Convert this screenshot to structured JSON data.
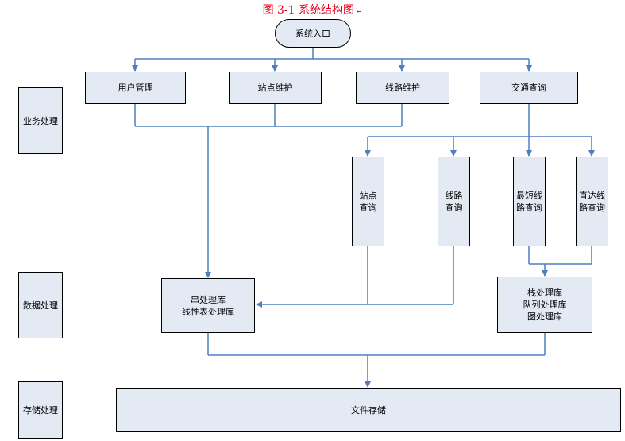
{
  "title": "图 3-1  系统结构图",
  "title_mark": "↵",
  "nodes": {
    "entry": "系统入口",
    "user_mgmt": "用户管理",
    "station_maint": "站点维护",
    "route_maint": "线路维护",
    "traffic_query": "交通查询",
    "station_query": "站点查询",
    "route_query": "线路查询",
    "shortest_route": "最短线路查询",
    "direct_route": "直达线路查询",
    "lib_left_1": "串处理库",
    "lib_left_2": "线性表处理库",
    "lib_right_1": "栈处理库",
    "lib_right_2": "队列处理库",
    "lib_right_3": "图处理库",
    "storage": "文件存储"
  },
  "layers": {
    "business": "业务处理",
    "data": "数据处理",
    "storage": "存储处理"
  },
  "colors": {
    "box_fill": "#e3eaf4",
    "connector": "#4f7ec0",
    "title": "#e0001b"
  }
}
